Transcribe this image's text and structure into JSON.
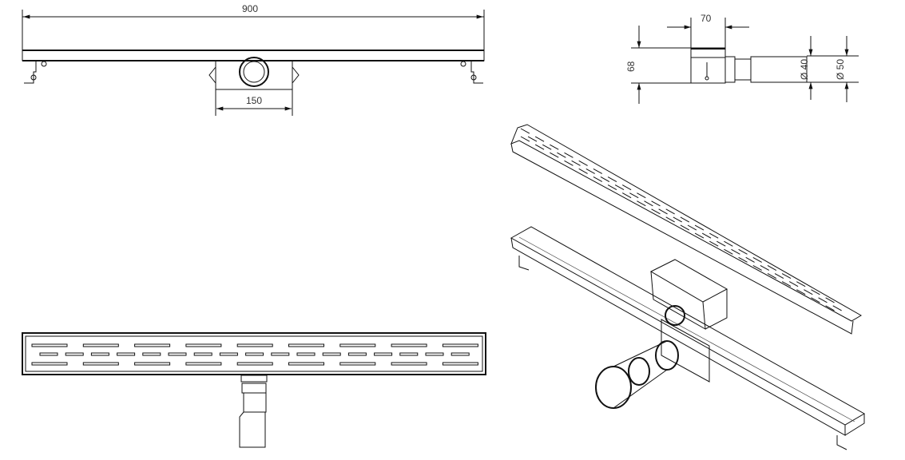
{
  "front_view": {
    "length_label": "900",
    "housing_width_label": "150"
  },
  "side_view": {
    "width_label": "70",
    "height_label": "68",
    "outlet_inner_label": "Ø 40",
    "outlet_outer_label": "Ø 50"
  },
  "plan_view": {
    "slot_rows": 3
  },
  "isometric_view": {
    "parts": [
      "grate",
      "channel",
      "drain-housing",
      "outlet-pipe"
    ]
  }
}
